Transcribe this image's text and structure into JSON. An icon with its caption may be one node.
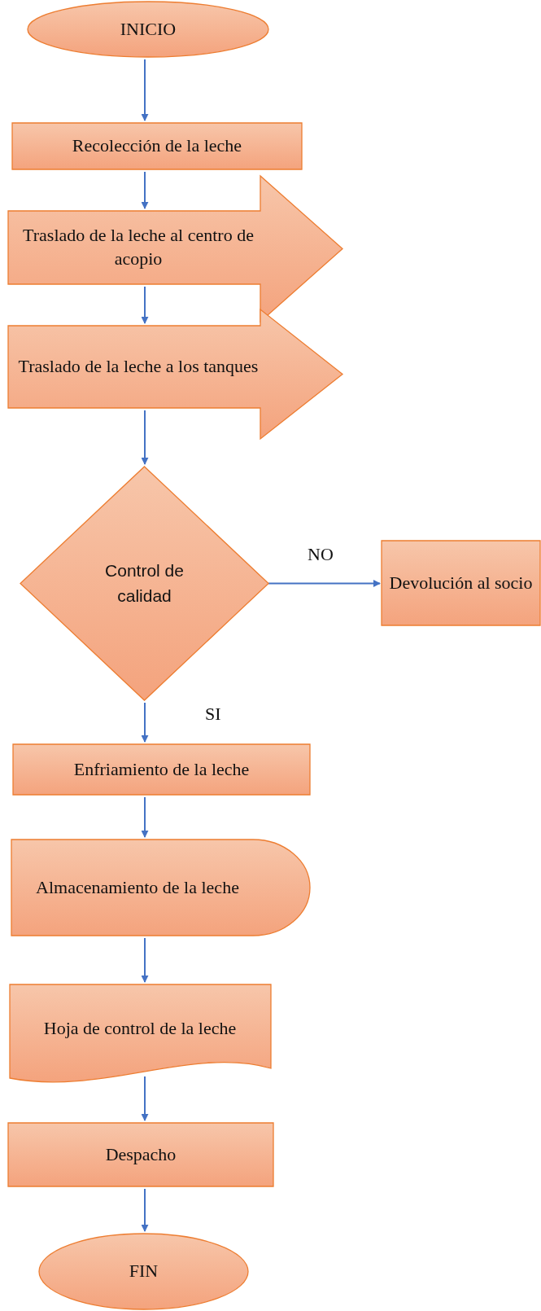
{
  "diagram": {
    "nodes": [
      {
        "text": [
          "INICIO"
        ]
      },
      {
        "text": [
          "Recolección de la leche"
        ]
      },
      {
        "text": [
          "Traslado de la leche al centro de acopio"
        ]
      },
      {
        "text": [
          "Traslado de la leche a los tanques"
        ]
      },
      {
        "text": [
          "Control de calidad"
        ]
      },
      {
        "text": [
          "Devolución al socio"
        ]
      },
      {
        "text": [
          "Enfriamiento de la leche"
        ]
      },
      {
        "text": [
          "Almacenamiento de la leche"
        ]
      },
      {
        "text": [
          "Hoja de control de la leche"
        ]
      },
      {
        "text": [
          "Despacho"
        ]
      },
      {
        "text": [
          "FIN"
        ]
      }
    ],
    "edges": [
      {
        "from": 0,
        "to": 1,
        "arrow": "to"
      },
      {
        "from": 1,
        "to": 2,
        "arrow": "to"
      },
      {
        "from": 2,
        "to": 3,
        "arrow": "to"
      },
      {
        "from": 3,
        "to": 4,
        "arrow": "to"
      },
      {
        "from": 4,
        "to": 5,
        "arrow": "to",
        "label": "NO"
      },
      {
        "from": 4,
        "to": 6,
        "arrow": "to",
        "label": "SI"
      },
      {
        "from": 6,
        "to": 7,
        "arrow": "to"
      },
      {
        "from": 7,
        "to": 8,
        "arrow": "to"
      },
      {
        "from": 8,
        "to": 9,
        "arrow": "to"
      },
      {
        "from": 9,
        "to": 10,
        "arrow": "to"
      }
    ]
  }
}
